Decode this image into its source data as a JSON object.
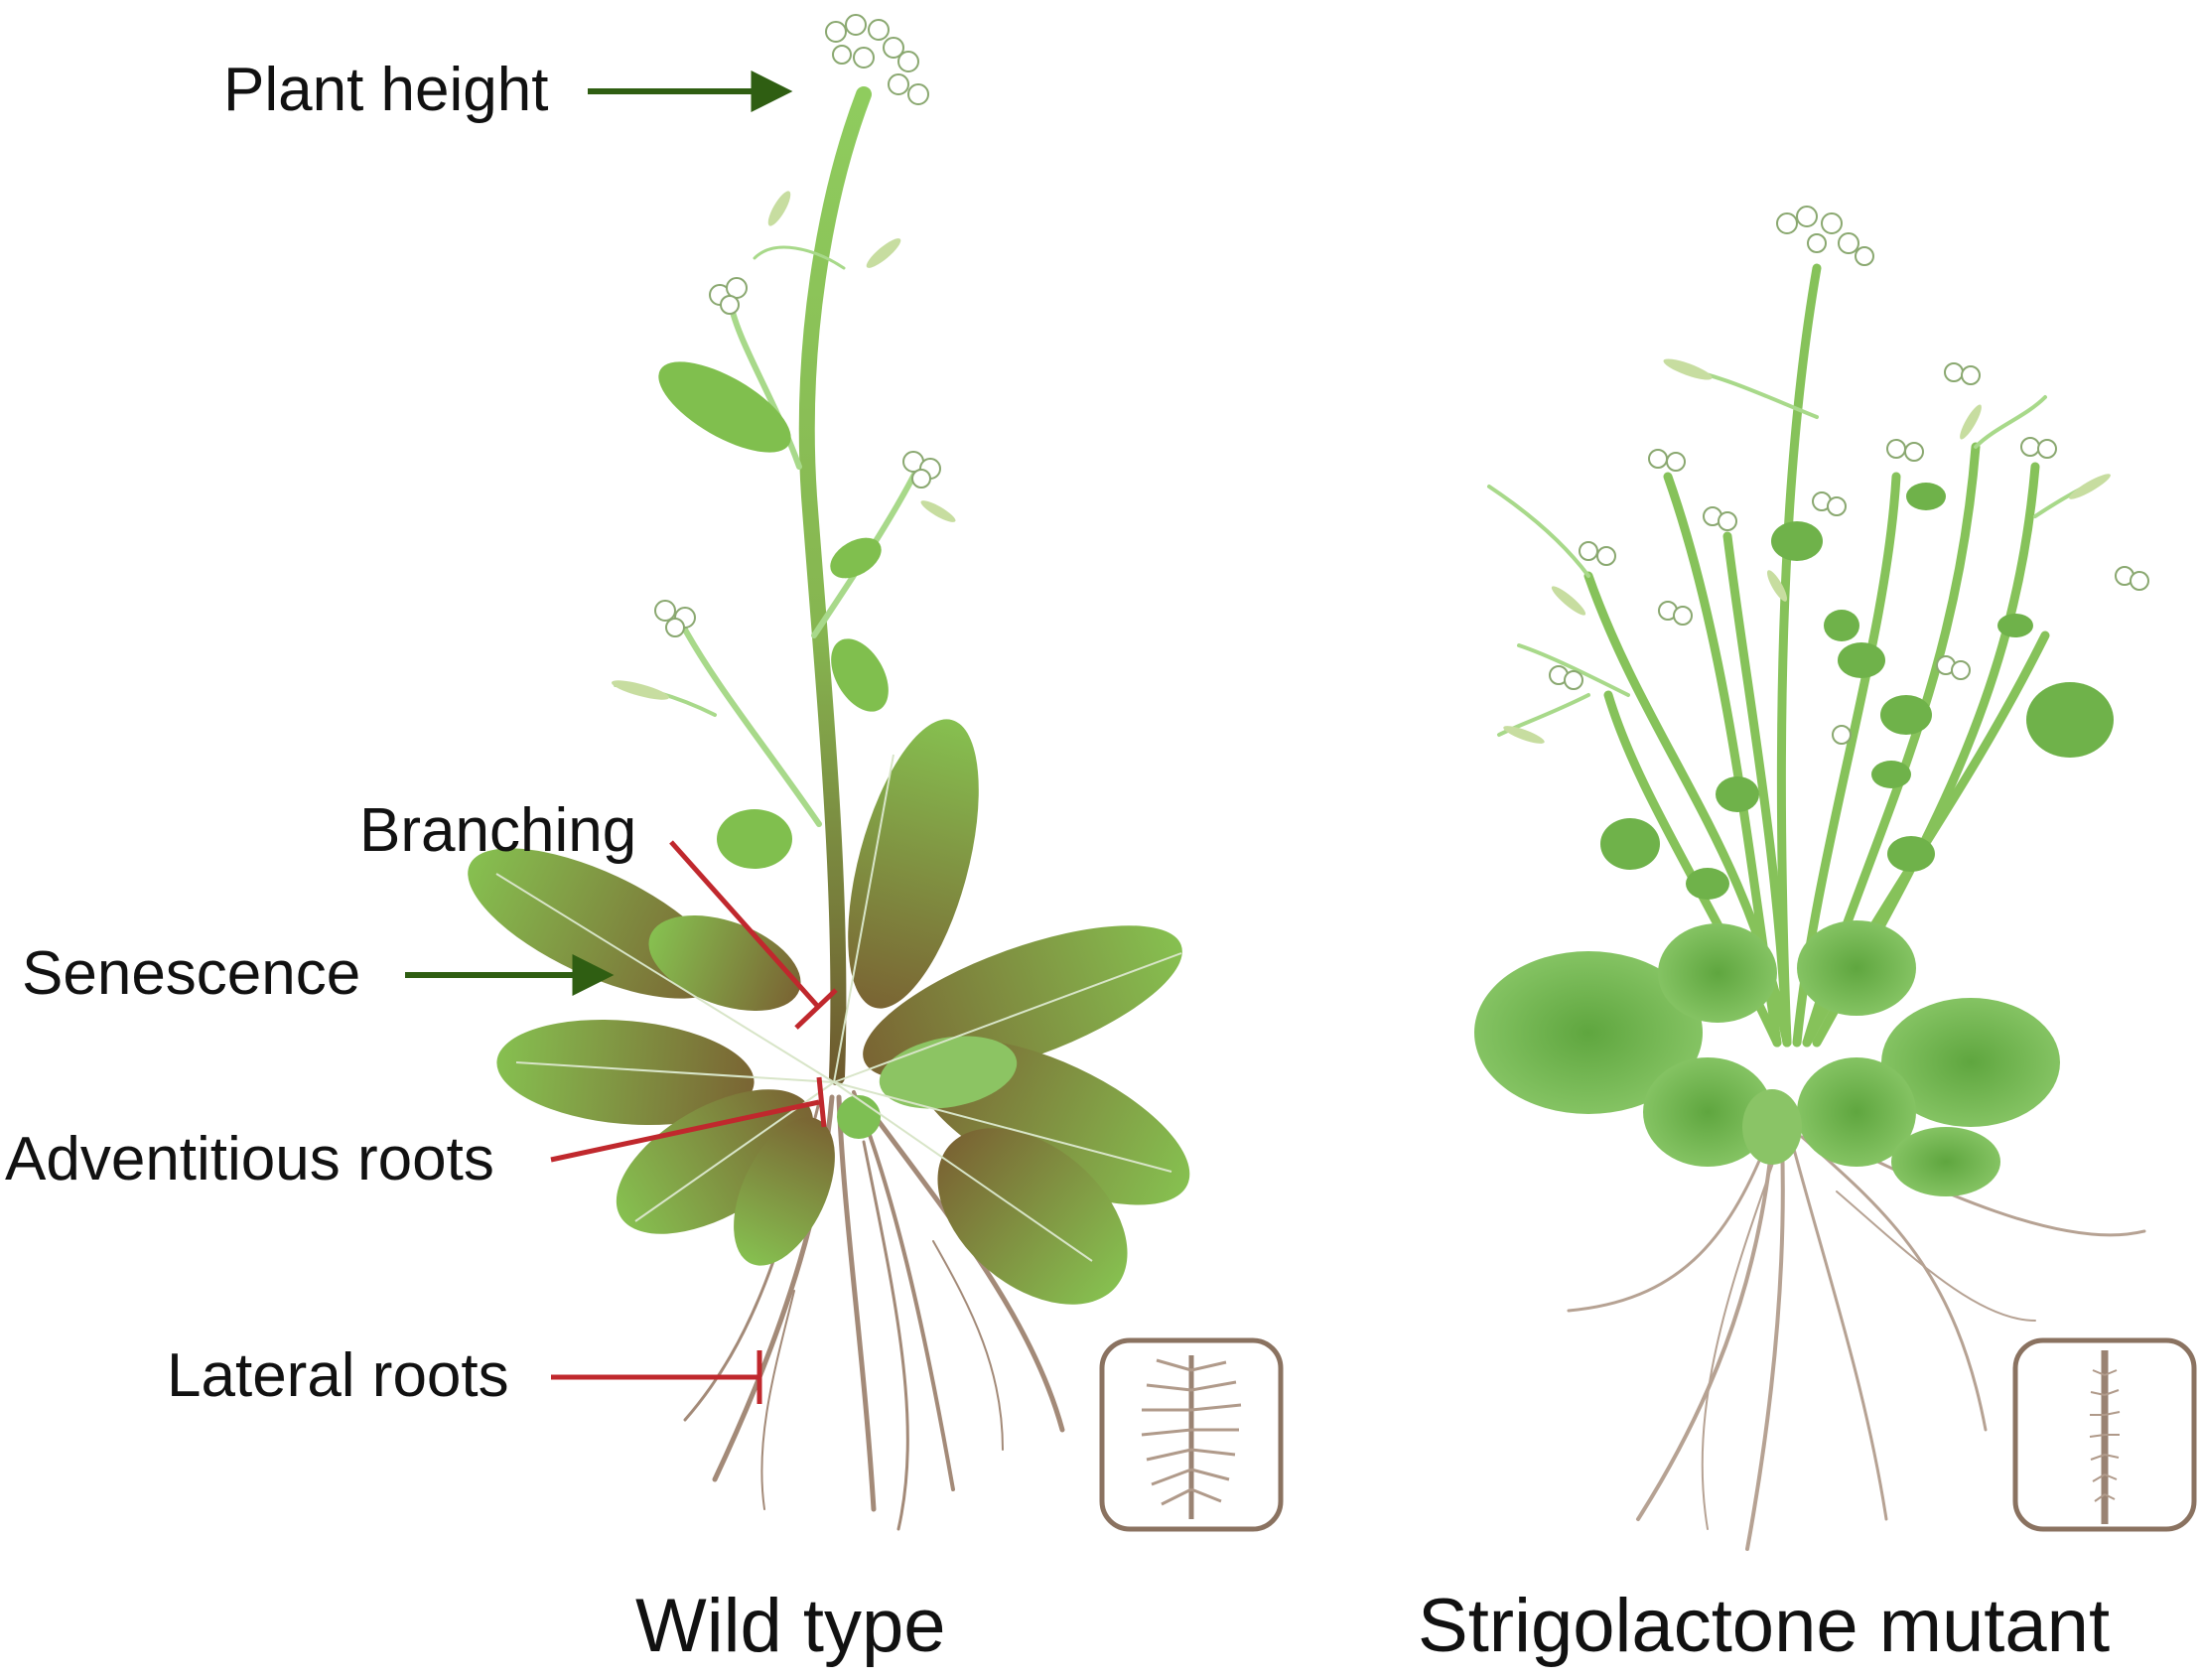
{
  "labels": {
    "plant_height": "Plant height",
    "branching": "Branching",
    "senescence": "Senescence",
    "adventitious_roots": "Adventitious roots",
    "lateral_roots": "Lateral roots"
  },
  "captions": {
    "wild_type": "Wild type",
    "mutant": "Strigolactone mutant"
  },
  "colors": {
    "promote_arrow": "#2f5e12",
    "inhibit_line": "#c0282d",
    "leaf_green": "#7fb848",
    "leaf_brown": "#7a6433",
    "stem_green": "#86c25a",
    "root_brown": "#a38a78",
    "inset_frame": "#8a7260"
  },
  "icons": {
    "promote": "arrow-right-icon",
    "inhibit": "t-bar-inhibition-icon",
    "root_inset": "root-system-icon"
  }
}
